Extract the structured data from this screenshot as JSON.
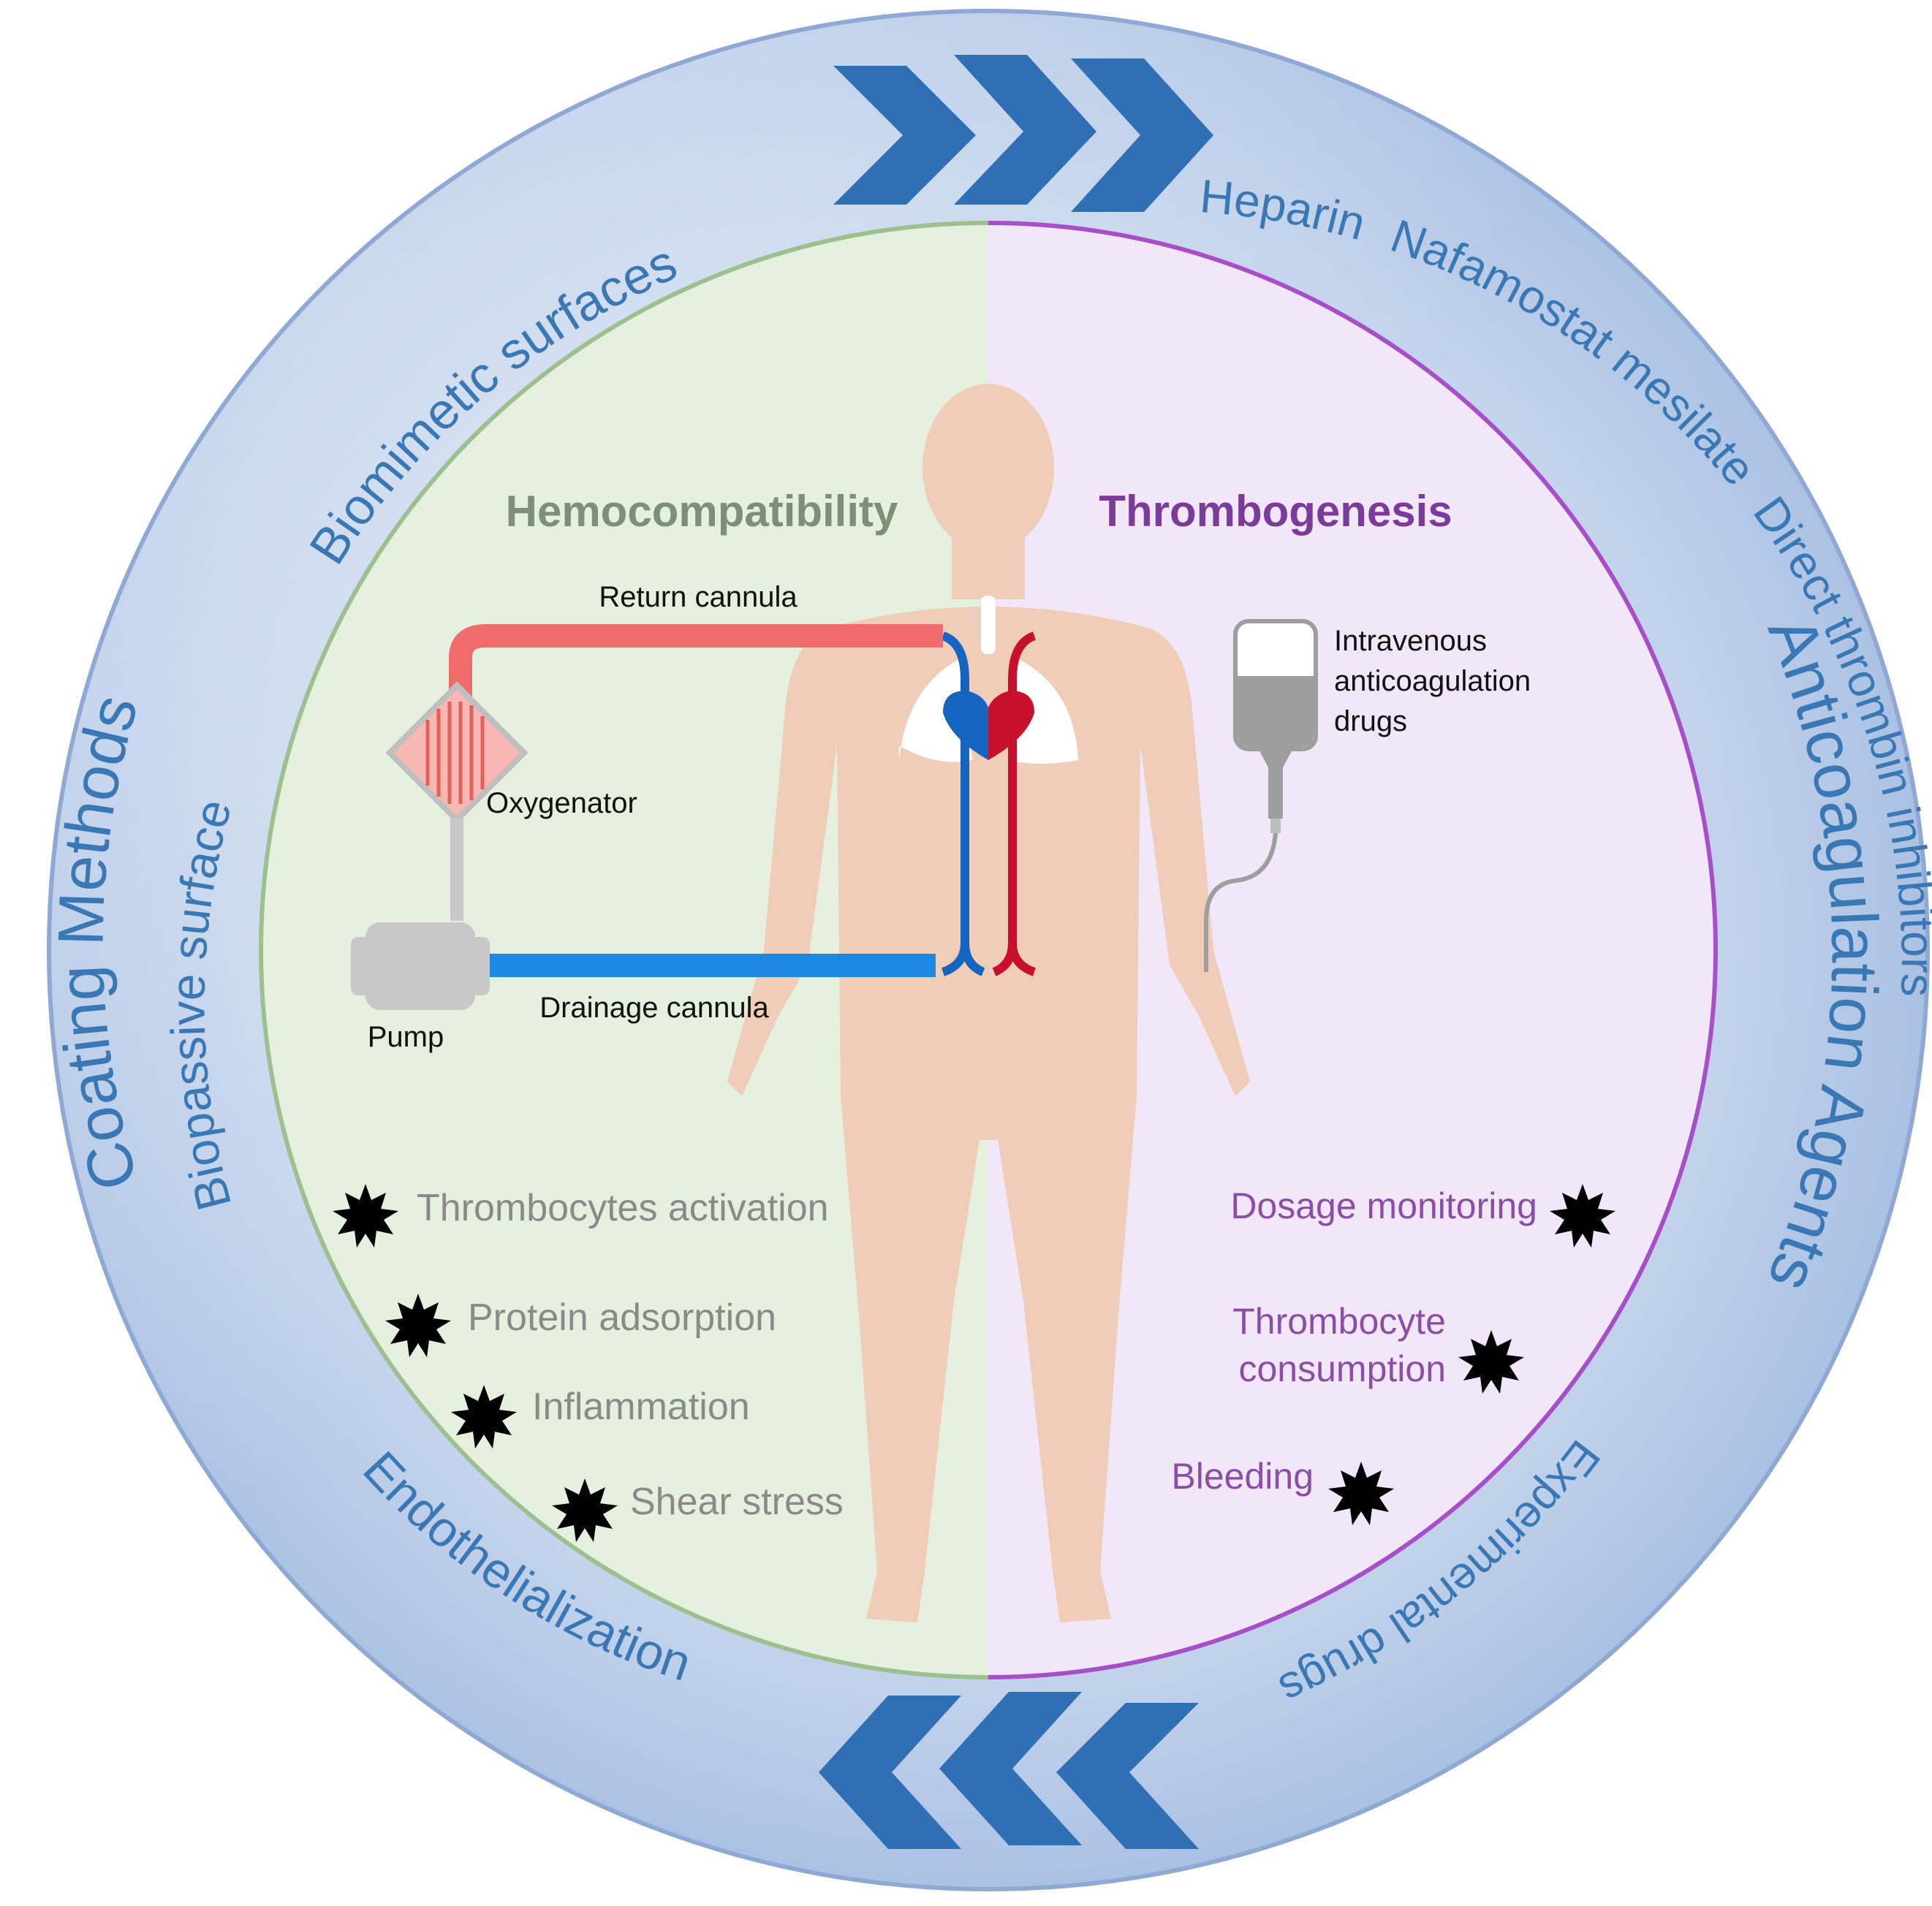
{
  "colors": {
    "ring": "#b6c9e6",
    "ring_border": "#8fa9d4",
    "arrow": "#2f6fb4",
    "ring_text": "#3a78b5",
    "left_panel": "#e5f0df",
    "left_border": "#9cc08e",
    "right_panel": "#f2e7f8",
    "right_border": "#a64fc9",
    "hemo_title": "#7d8f76",
    "thrombo_title": "#7b3b99",
    "left_item": "#8a8a8a",
    "right_item": "#8a4ea8",
    "return_cannula": "#f06c6c",
    "drainage_cannula": "#1e88e5",
    "body": "#efcdb8",
    "vein": "#1565c0",
    "artery": "#c8102e",
    "device": "#c8c8c8"
  },
  "ring": {
    "left_title": "Coating Methods",
    "left_items": [
      "Biomimetic surfaces",
      "Biopassive surface",
      "Endothelialization"
    ],
    "right_title": "Anticoagulation Agents",
    "right_items": [
      "Heparin",
      "Nafamostat mesilate",
      "Direct thrombin inhibitors",
      "Experimental drugs"
    ]
  },
  "left_panel": {
    "title": "Hemocompatibility",
    "items": [
      "Thrombocytes activation",
      "Protein adsorption",
      "Inflammation",
      "Shear stress"
    ]
  },
  "right_panel": {
    "title": "Thrombogenesis",
    "items": [
      "Dosage monitoring",
      "Thrombocyte",
      "consumption",
      "Bleeding"
    ]
  },
  "circuit": {
    "return_label": "Return cannula",
    "oxygenator_label": "Oxygenator",
    "pump_label": "Pump",
    "drainage_label": "Drainage cannula"
  },
  "iv": {
    "line1": "Intravenous",
    "line2": "anticoagulation",
    "line3": "drugs"
  },
  "icons": {
    "top_arrows": "chevron-right-icon",
    "bottom_arrows": "chevron-left-icon",
    "item_marker": "burst-icon"
  }
}
